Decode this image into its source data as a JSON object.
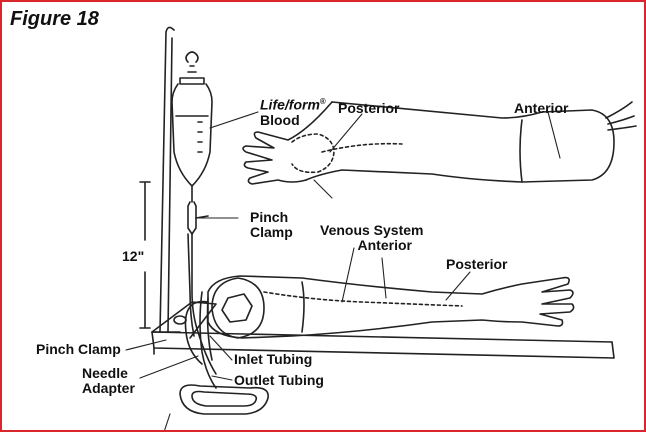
{
  "figure": {
    "title": "Figure 18",
    "accent_color": "#d9262c"
  },
  "labels": {
    "lifeform_brand": "Life/form",
    "lifeform_mark": "®",
    "blood": "Blood",
    "posterior_top": "Posterior",
    "anterior_top": "Anterior",
    "pinch_clamp_upper_1": "Pinch",
    "pinch_clamp_upper_2": "Clamp",
    "venous_system_1": "Venous System",
    "venous_system_2": "Anterior",
    "posterior_bottom": "Posterior",
    "height": "12\"",
    "pinch_clamp_lower": "Pinch Clamp",
    "needle_adapter_1": "Needle",
    "needle_adapter_2": "Adapter",
    "inlet_tubing": "Inlet Tubing",
    "outlet_tubing": "Outlet Tubing"
  }
}
